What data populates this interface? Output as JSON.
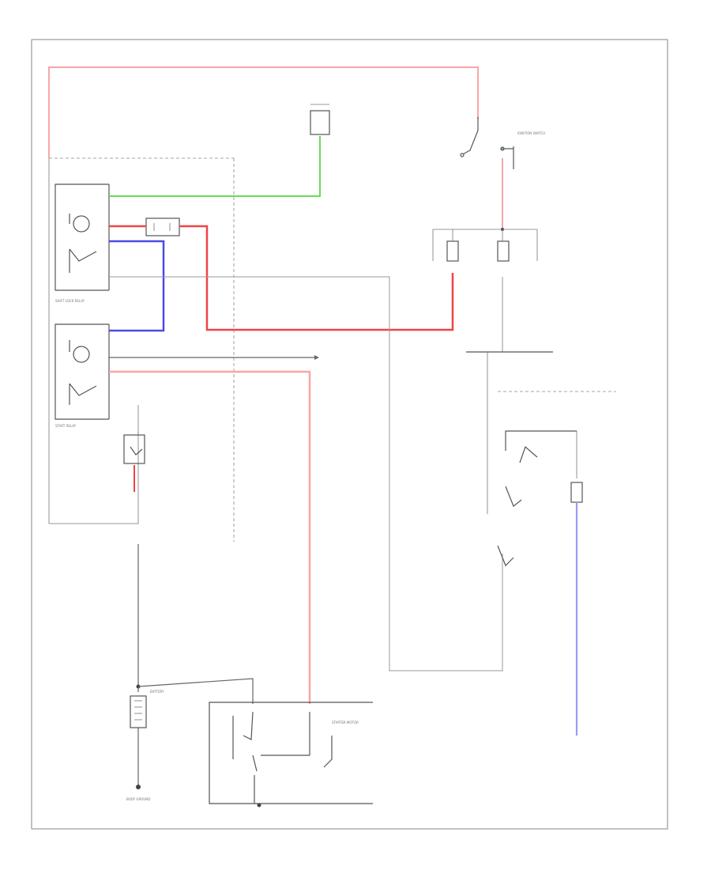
{
  "colors": {
    "wire_red": "#ef4444",
    "wire_pink": "#f7a6a6",
    "wire_green": "#66dd55",
    "wire_blue": "#4a4ae8",
    "wire_lightblue": "#9a9af5",
    "wire_gray": "#999999"
  },
  "components": {
    "start_relay": {
      "label": "START RELAY"
    },
    "shift_lock_relay": {
      "label": "SHIFT LOCK RELAY"
    },
    "interlock_switch": {
      "label": "IGNITION SWITCH"
    },
    "starter_motor": {
      "label": "STARTER MOTOR"
    },
    "battery": {
      "label": "BATTERY"
    },
    "ground": {
      "label": "BODY GROUND"
    }
  },
  "footer": {
    "code": ""
  }
}
